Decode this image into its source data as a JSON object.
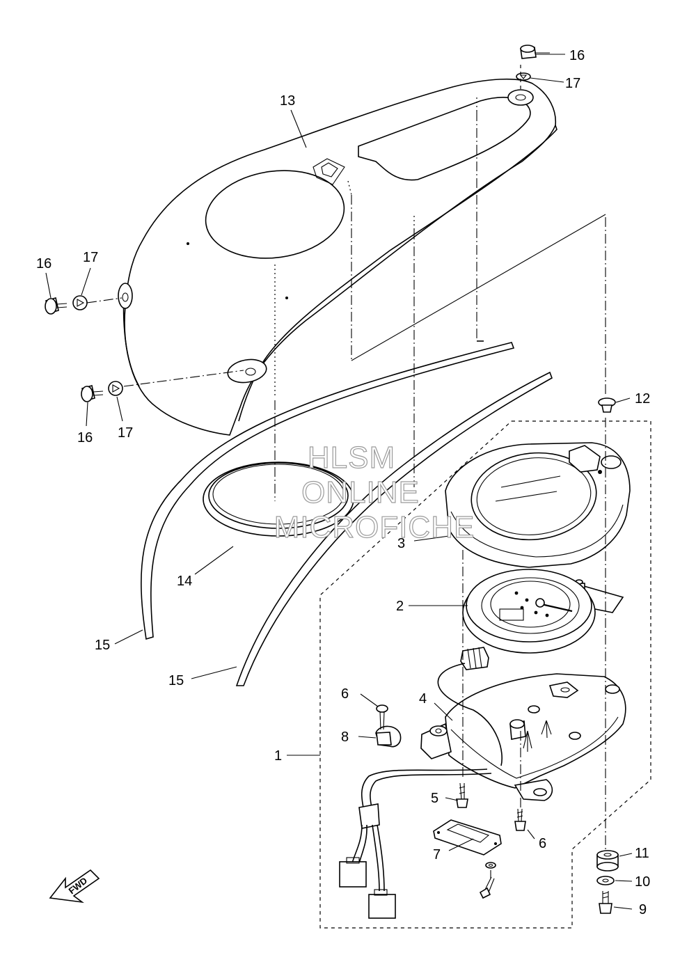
{
  "diagram": {
    "callouts": [
      {
        "id": "c16a",
        "text": "16"
      },
      {
        "id": "c17a",
        "text": "17"
      },
      {
        "id": "c13",
        "text": "13"
      },
      {
        "id": "c16b",
        "text": "16"
      },
      {
        "id": "c17b",
        "text": "17"
      },
      {
        "id": "c16c",
        "text": "16"
      },
      {
        "id": "c17c",
        "text": "17"
      },
      {
        "id": "c12",
        "text": "12"
      },
      {
        "id": "c3",
        "text": "3"
      },
      {
        "id": "c14",
        "text": "14"
      },
      {
        "id": "c2",
        "text": "2"
      },
      {
        "id": "c15a",
        "text": "15"
      },
      {
        "id": "c15b",
        "text": "15"
      },
      {
        "id": "c6a",
        "text": "6"
      },
      {
        "id": "c4",
        "text": "4"
      },
      {
        "id": "c8",
        "text": "8"
      },
      {
        "id": "c1",
        "text": "1"
      },
      {
        "id": "c5",
        "text": "5"
      },
      {
        "id": "c6b",
        "text": "6"
      },
      {
        "id": "c7",
        "text": "7"
      },
      {
        "id": "c11",
        "text": "11"
      },
      {
        "id": "c10",
        "text": "10"
      },
      {
        "id": "c9",
        "text": "9"
      }
    ],
    "fwd_label": "FWD",
    "watermark": [
      "HLSM",
      "ONLINE",
      "MICROFICHE"
    ]
  }
}
